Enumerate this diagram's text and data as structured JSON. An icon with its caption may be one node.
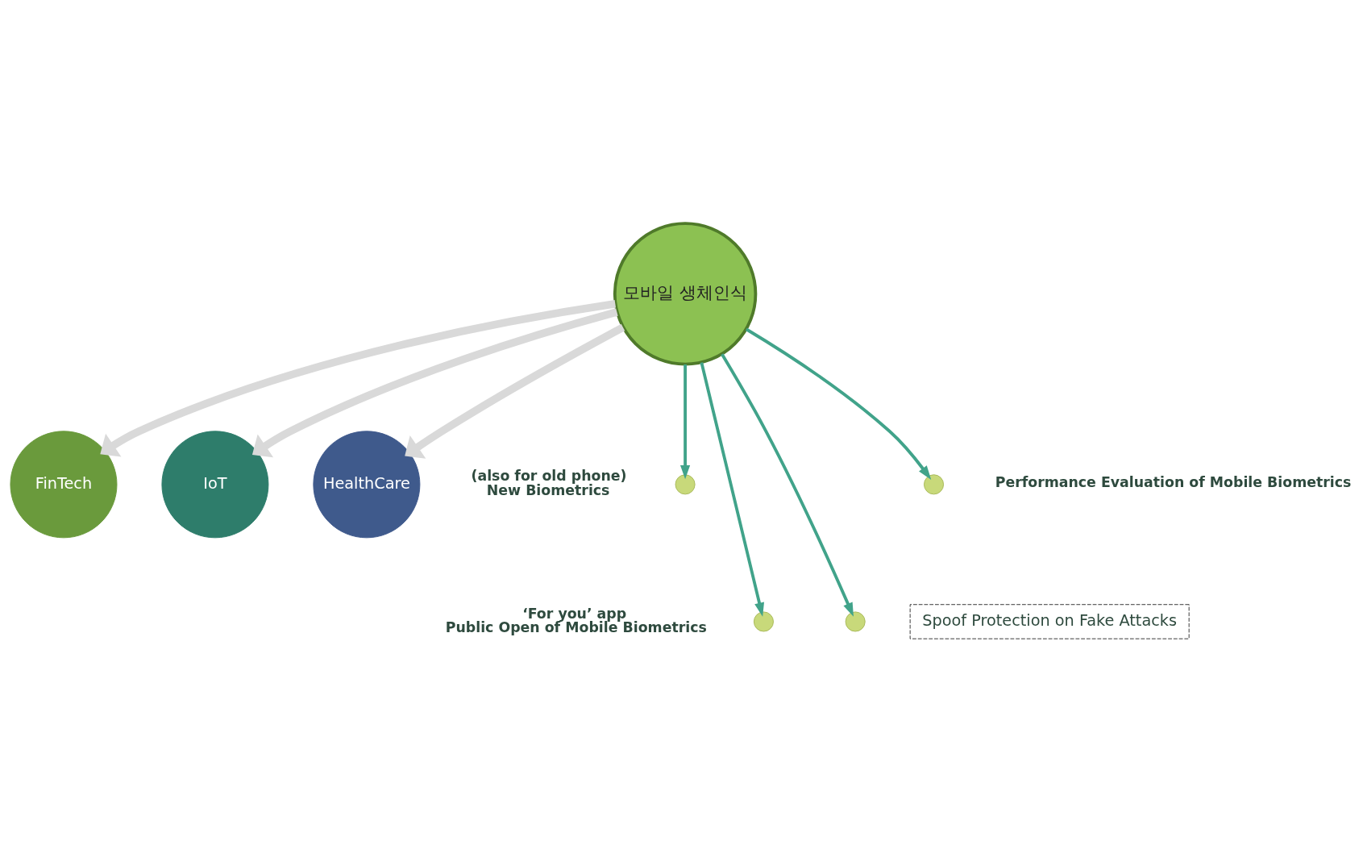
{
  "diagram": {
    "nodes": [
      {
        "text": [
          "모바일 생체인식"
        ]
      },
      {
        "text": [],
        "shape": "circle",
        "beside": [
          "(also for old phone)",
          "New Biometrics"
        ]
      },
      {
        "text": [],
        "shape": "circle",
        "beside": [
          "Performance Evaluation of Mobile Biometrics"
        ]
      },
      {
        "text": [],
        "shape": "circle",
        "beside": [
          "‘For you’ app",
          "Public Open of Mobile Biometrics"
        ]
      },
      {
        "text": [],
        "shape": "circle"
      },
      {
        "text": [
          "Spoof Protection on Fake Attacks"
        ]
      },
      {
        "text": [
          "FinTech"
        ]
      },
      {
        "text": [
          "IoT"
        ]
      },
      {
        "text": [
          "HealthCare"
        ]
      }
    ],
    "edges": [
      {
        "from": 0,
        "to": 1,
        "arrow": "to"
      },
      {
        "from": 0,
        "to": 2,
        "arrow": "to"
      },
      {
        "from": 0,
        "to": 3,
        "arrow": "to"
      },
      {
        "from": 0,
        "to": 4,
        "arrow": "to"
      },
      {
        "from": 0,
        "to": 6,
        "arrow": "to",
        "style": "thick",
        "color": "#d9d9d9"
      },
      {
        "from": 0,
        "to": 7,
        "arrow": "to",
        "style": "thick",
        "color": "#d9d9d9"
      },
      {
        "from": 0,
        "to": 8,
        "arrow": "to",
        "style": "thick",
        "color": "#d9d9d9"
      }
    ]
  }
}
